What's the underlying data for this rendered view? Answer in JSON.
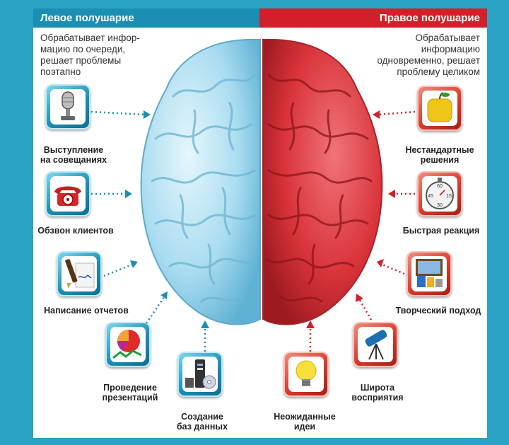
{
  "header": {
    "left_title": "Левое полушарие",
    "right_title": "Правое полушарие"
  },
  "left_description": [
    "Обрабатывает инфор-",
    "мацию по очереди,",
    "решает проблемы",
    "поэтапно"
  ],
  "right_description": [
    "Обрабатывает",
    "информацию",
    "одновременно, решает",
    "проблему целиком"
  ],
  "left_items": [
    {
      "label": [
        "Выступление",
        "на совещаниях"
      ],
      "icon": "microphone-icon"
    },
    {
      "label": [
        "Обзвон клиентов"
      ],
      "icon": "telephone-icon"
    },
    {
      "label": [
        "Написание отчетов"
      ],
      "icon": "pen-document-icon"
    },
    {
      "label": [
        "Проведение",
        "презентаций"
      ],
      "icon": "pie-chart-icon"
    },
    {
      "label": [
        "Создание",
        "баз данных"
      ],
      "icon": "computer-disk-icon"
    }
  ],
  "right_items": [
    {
      "label": [
        "Нестандартные",
        "решения"
      ],
      "icon": "square-apple-icon"
    },
    {
      "label": [
        "Быстрая реакция"
      ],
      "icon": "stopwatch-icon"
    },
    {
      "label": [
        "Творческий подход"
      ],
      "icon": "paint-cans-icon"
    },
    {
      "label": [
        "Широта",
        "восприятия"
      ],
      "icon": "telescope-icon"
    },
    {
      "label": [
        "Неожиданные",
        "идеи"
      ],
      "icon": "light-bulb-icon"
    }
  ],
  "stopwatch_numbers": [
    "60",
    "15",
    "45",
    "30"
  ],
  "colors": {
    "left_accent": "#1a8fb3",
    "right_accent": "#d31f2a",
    "left_brain": "#a9dcf0",
    "right_brain": "#d9343a",
    "frame": "#2aa2c4"
  }
}
